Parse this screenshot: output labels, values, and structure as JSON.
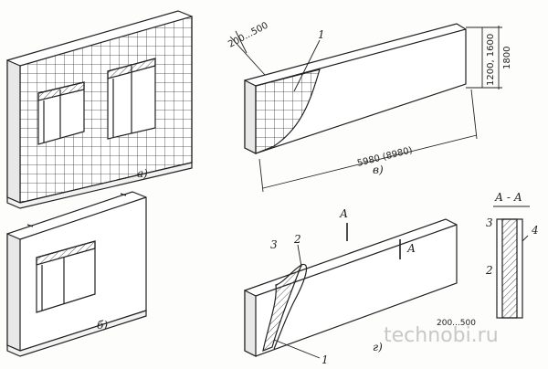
{
  "labels": {
    "fig_a": "а)",
    "fig_b": "б)",
    "fig_v": "в)",
    "fig_g": "г)",
    "width_range": "200...500",
    "length": "5980 (8980)",
    "height_range": "1200, 1600",
    "height_total": "1800",
    "callout_1_v": "1",
    "callout_1_g": "1",
    "callout_2_g": "2",
    "callout_3_g": "3",
    "section_title": "А - А",
    "section_mark_left": "А",
    "section_mark_right": "А",
    "section_callout_2": "2",
    "section_callout_3": "3",
    "section_callout_4": "4",
    "bottom_dim": "200...500"
  },
  "watermark": "technobi.ru",
  "colors": {
    "ink": "#222222",
    "paper": "#fdfdfb",
    "hatch": "#555555",
    "watermark": "#c8c8c8"
  }
}
